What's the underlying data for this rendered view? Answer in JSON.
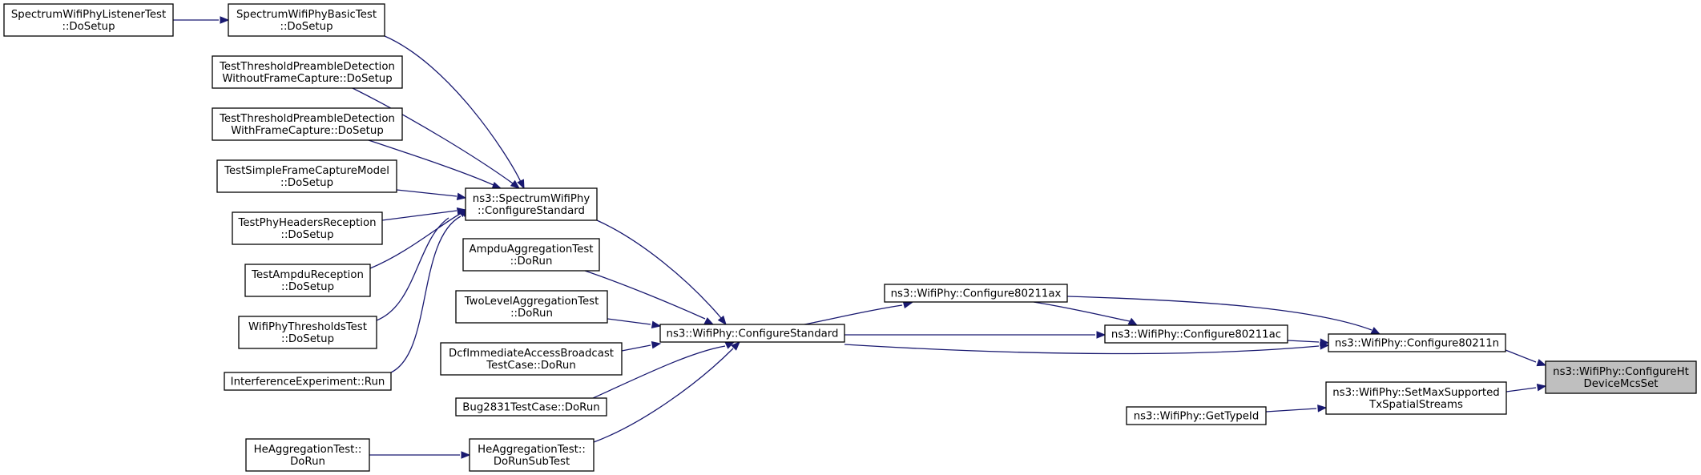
{
  "colors": {
    "edge": "#191970",
    "node_border": "#000000",
    "node_fill": "#ffffff",
    "highlight_fill": "#bfbfbf"
  },
  "nodes": {
    "listenerSetup": {
      "lines": [
        "SpectrumWifiPhyListenerTest",
        "::DoSetup"
      ]
    },
    "basicSetup": {
      "lines": [
        "SpectrumWifiPhyBasicTest",
        "::DoSetup"
      ]
    },
    "preambleWithout": {
      "lines": [
        "TestThresholdPreambleDetection",
        "WithoutFrameCapture::DoSetup"
      ]
    },
    "preambleWith": {
      "lines": [
        "TestThresholdPreambleDetection",
        "WithFrameCapture::DoSetup"
      ]
    },
    "frameCaptureModel": {
      "lines": [
        "TestSimpleFrameCaptureModel",
        "::DoSetup"
      ]
    },
    "phyHeaders": {
      "lines": [
        "TestPhyHeadersReception",
        "::DoSetup"
      ]
    },
    "ampduReception": {
      "lines": [
        "TestAmpduReception",
        "::DoSetup"
      ]
    },
    "thresholdsTest": {
      "lines": [
        "WifiPhyThresholdsTest",
        "::DoSetup"
      ]
    },
    "interference": {
      "lines": [
        "InterferenceExperiment::Run"
      ]
    },
    "spectrumConfigure": {
      "lines": [
        "ns3::SpectrumWifiPhy",
        "::ConfigureStandard"
      ]
    },
    "ampduAggregation": {
      "lines": [
        "AmpduAggregationTest",
        "::DoRun"
      ]
    },
    "twoLevel": {
      "lines": [
        "TwoLevelAggregationTest",
        "::DoRun"
      ]
    },
    "dcfImmediate": {
      "lines": [
        "DcfImmediateAccessBroadcast",
        "TestCase::DoRun"
      ]
    },
    "bug2831": {
      "lines": [
        "Bug2831TestCase::DoRun"
      ]
    },
    "heRun": {
      "lines": [
        "HeAggregationTest::",
        "DoRun"
      ]
    },
    "heRunSub": {
      "lines": [
        "HeAggregationTest::",
        "DoRunSubTest"
      ]
    },
    "wifiConfigure": {
      "lines": [
        "ns3::WifiPhy::ConfigureStandard"
      ]
    },
    "cfg80211ax": {
      "lines": [
        "ns3::WifiPhy::Configure80211ax"
      ]
    },
    "cfg80211ac": {
      "lines": [
        "ns3::WifiPhy::Configure80211ac"
      ]
    },
    "cfg80211n": {
      "lines": [
        "ns3::WifiPhy::Configure80211n"
      ]
    },
    "getTypeId": {
      "lines": [
        "ns3::WifiPhy::GetTypeId"
      ]
    },
    "setMaxStreams": {
      "lines": [
        "ns3::WifiPhy::SetMaxSupported",
        "TxSpatialStreams"
      ]
    },
    "htMcsSet": {
      "lines": [
        "ns3::WifiPhy::ConfigureHt",
        "DeviceMcsSet"
      ]
    }
  }
}
